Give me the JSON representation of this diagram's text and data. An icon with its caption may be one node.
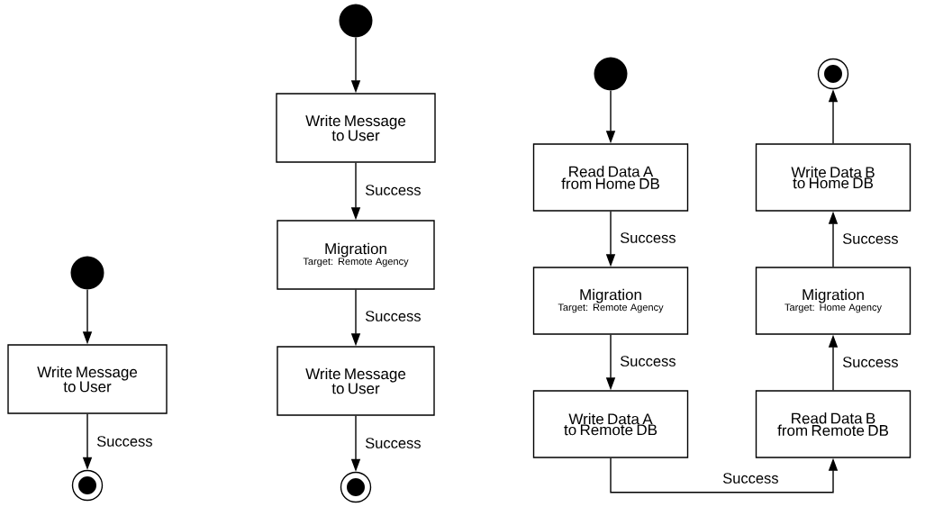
{
  "diagram": {
    "nodes": [
      {
        "text": [],
        "shape": "circle"
      },
      {
        "text": [
          "Write Message to User"
        ]
      },
      {
        "text": [],
        "shape": "bullseye"
      },
      {
        "text": [],
        "shape": "circle"
      },
      {
        "text": [
          "Write Message to User"
        ]
      },
      {
        "text": [
          "Migration",
          "Target: Remote Agency"
        ]
      },
      {
        "text": [
          "Write Message to User"
        ]
      },
      {
        "text": [],
        "shape": "bullseye"
      },
      {
        "text": [],
        "shape": "circle"
      },
      {
        "text": [
          "Read Data A from Home DB"
        ]
      },
      {
        "text": [
          "Migration",
          "Target: Remote Agency"
        ]
      },
      {
        "text": [
          "Write Data A to Remote DB"
        ]
      },
      {
        "text": [
          "Read Data B from Remote DB"
        ]
      },
      {
        "text": [
          "Migration",
          "Target: Home Agency"
        ]
      },
      {
        "text": [
          "Write Data B to Home DB"
        ]
      },
      {
        "text": [],
        "shape": "bullseye"
      }
    ],
    "edges": [
      {
        "from": 0,
        "to": 1,
        "arrow": "to"
      },
      {
        "from": 1,
        "to": 2,
        "arrow": "to",
        "label": "Success"
      },
      {
        "from": 3,
        "to": 4,
        "arrow": "to"
      },
      {
        "from": 4,
        "to": 5,
        "arrow": "to",
        "label": "Success"
      },
      {
        "from": 5,
        "to": 6,
        "arrow": "to",
        "label": "Success"
      },
      {
        "from": 6,
        "to": 7,
        "arrow": "to",
        "label": "Success"
      },
      {
        "from": 8,
        "to": 9,
        "arrow": "to"
      },
      {
        "from": 9,
        "to": 10,
        "arrow": "to",
        "label": "Success"
      },
      {
        "from": 10,
        "to": 11,
        "arrow": "to",
        "label": "Success"
      },
      {
        "from": 11,
        "to": 12,
        "arrow": "to",
        "label": "Success"
      },
      {
        "from": 12,
        "to": 13,
        "arrow": "to",
        "label": "Success"
      },
      {
        "from": 13,
        "to": 14,
        "arrow": "to",
        "label": "Success"
      },
      {
        "from": 14,
        "to": 15,
        "arrow": "to"
      }
    ]
  }
}
